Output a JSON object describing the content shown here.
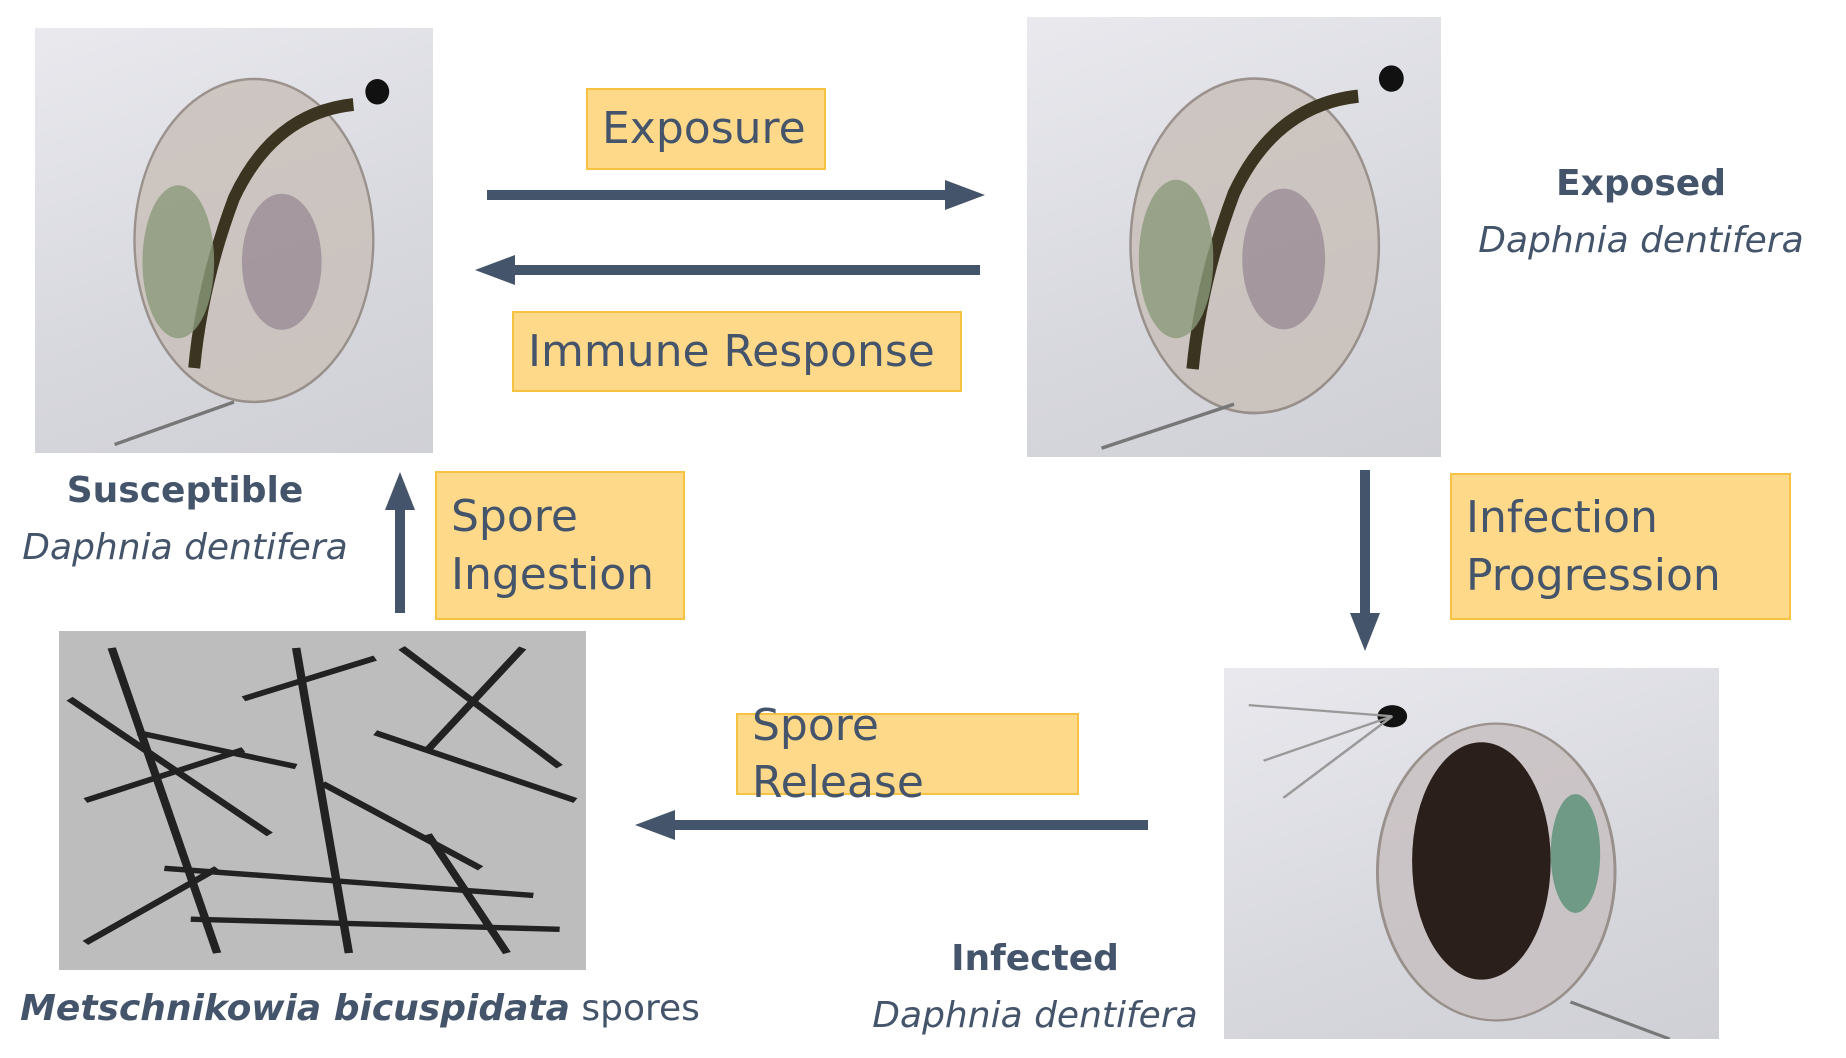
{
  "boxes": {
    "exposure": "Exposure",
    "immune_response": "Immune Response",
    "spore_ingestion": [
      "Spore",
      "Ingestion"
    ],
    "infection_progression": [
      "Infection",
      "Progression"
    ],
    "spore_release": "Spore Release"
  },
  "labels": {
    "susceptible": {
      "state": "Susceptible",
      "species": "Daphnia dentifera"
    },
    "exposed": {
      "state": "Exposed",
      "species": "Daphnia dentifera"
    },
    "infected": {
      "state": "Infected",
      "species": "Daphnia dentifera"
    },
    "spores": {
      "species": "Metschnikowia bicuspidata",
      "suffix": " spores"
    }
  },
  "colors": {
    "arrow": "#44546a",
    "box_fill": "#ffd98a",
    "box_border": "#f5c242"
  }
}
